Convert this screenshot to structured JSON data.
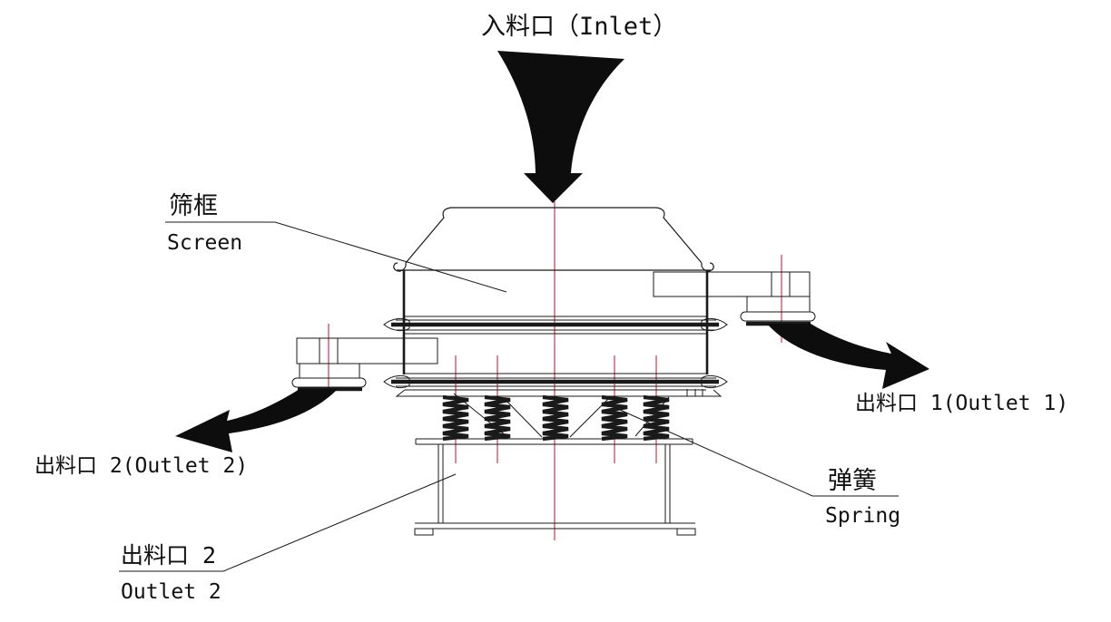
{
  "diagram": {
    "type": "technical-drawing",
    "subject": "vibrating-sieve-machine-side-view",
    "labels": {
      "inlet": "入料口（Inlet）",
      "screen_frame_zh": "筛框",
      "screen_frame_en": "Screen",
      "outlet1": "出料口 1(Outlet 1)",
      "outlet2": "出料口 2(Outlet 2)",
      "spring_zh": "弹簧",
      "spring_en": "Spring",
      "outlet2_lower_zh": "出料口 2",
      "outlet2_lower_en": "Outlet 2"
    },
    "colors": {
      "line": "#1a1a1a",
      "centerline": "#c43a52",
      "arrow_fill": "#0d0d0d",
      "background": "#ffffff"
    }
  }
}
